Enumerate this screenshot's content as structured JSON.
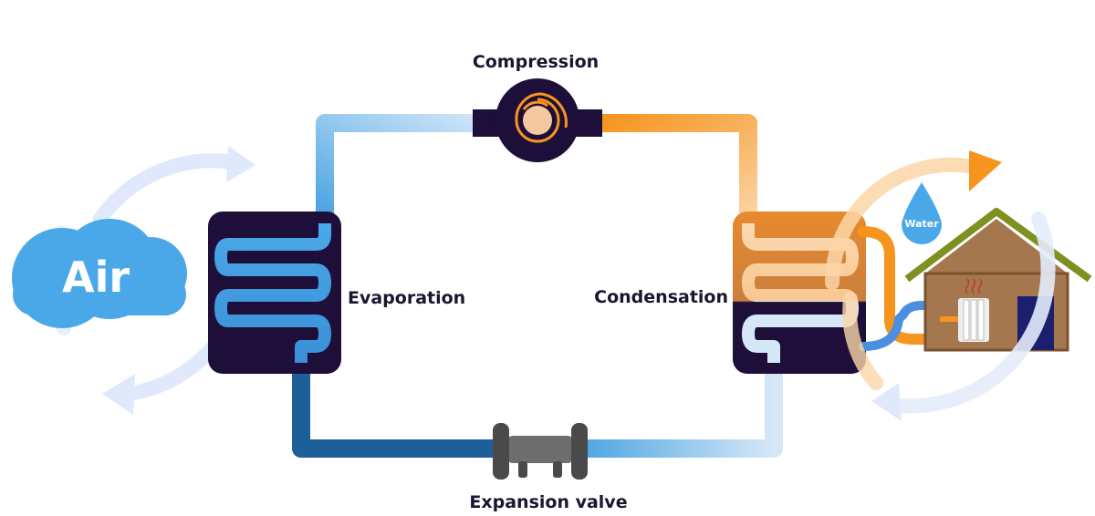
{
  "labels": {
    "compression": "Compression",
    "evaporation": "Evaporation",
    "condensation": "Condensation",
    "expansion_valve": "Expansion valve",
    "air": "Air",
    "water": "Water"
  },
  "colors": {
    "dark_unit": "#1d0f3a",
    "cold_light": "#a9d3f2",
    "cold_mid": "#4aa3e0",
    "cold_dark": "#1d5f99",
    "hot_orange": "#f7941d",
    "hot_light": "#fbd3a2",
    "air_cloud": "#4aa8e8",
    "cycle_arrow_blue": "#dfe9fb",
    "cycle_arrow_orange": "#fbd6a8",
    "house_wall": "#a4774f",
    "house_roof": "#7f8f20",
    "house_door": "#1b1f6e",
    "valve_gray": "#6e6e6e"
  }
}
